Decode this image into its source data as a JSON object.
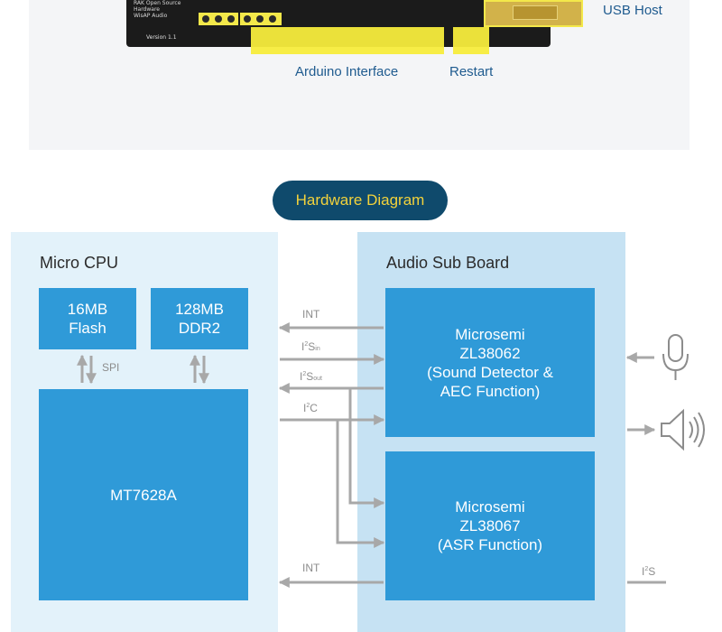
{
  "photo": {
    "board_brand": "RAK Open Source",
    "board_hardware": "Hardware",
    "board_model": "WisAP Audio",
    "board_version": "Version 1.1",
    "labels": {
      "usb_host": "USB Host",
      "arduino_interface": "Arduino Interface",
      "restart": "Restart"
    }
  },
  "diagram": {
    "heading": "Hardware Diagram",
    "colors": {
      "heading_bg": "#0f4a6c",
      "heading_text": "#f3d23b",
      "chip": "#2f9ad8",
      "cpu_region": "#e3f2fa",
      "audio_region": "#c6e2f3",
      "connector": "#a8a8a8"
    },
    "micro_cpu": {
      "title": "Micro CPU",
      "flash": [
        "16MB",
        "Flash"
      ],
      "ddr": [
        "128MB",
        "DDR2"
      ],
      "spi_label": "SPI",
      "soc": "MT7628A"
    },
    "audio_sub_board": {
      "title": "Audio Sub Board",
      "chip_top": [
        "Microsemi",
        "ZL38062",
        "(Sound Detector &",
        "AEC Function)"
      ],
      "chip_bottom": [
        "Microsemi",
        "ZL38067",
        "(ASR Function)"
      ]
    },
    "buses": {
      "int_top": "INT",
      "i2s_in": {
        "base": "I",
        "sup": "2",
        "main": "S",
        "sub": "in"
      },
      "i2s_out": {
        "base": "I",
        "sup": "2",
        "main": "S",
        "sub": "out"
      },
      "i2c": {
        "base": "I",
        "sup": "2",
        "main": "C"
      },
      "int_bottom": "INT",
      "i2s_ext": {
        "base": "I",
        "sup": "2",
        "main": "S"
      }
    },
    "peripherals": {
      "microphone": "microphone-icon",
      "speaker": "speaker-icon"
    }
  }
}
